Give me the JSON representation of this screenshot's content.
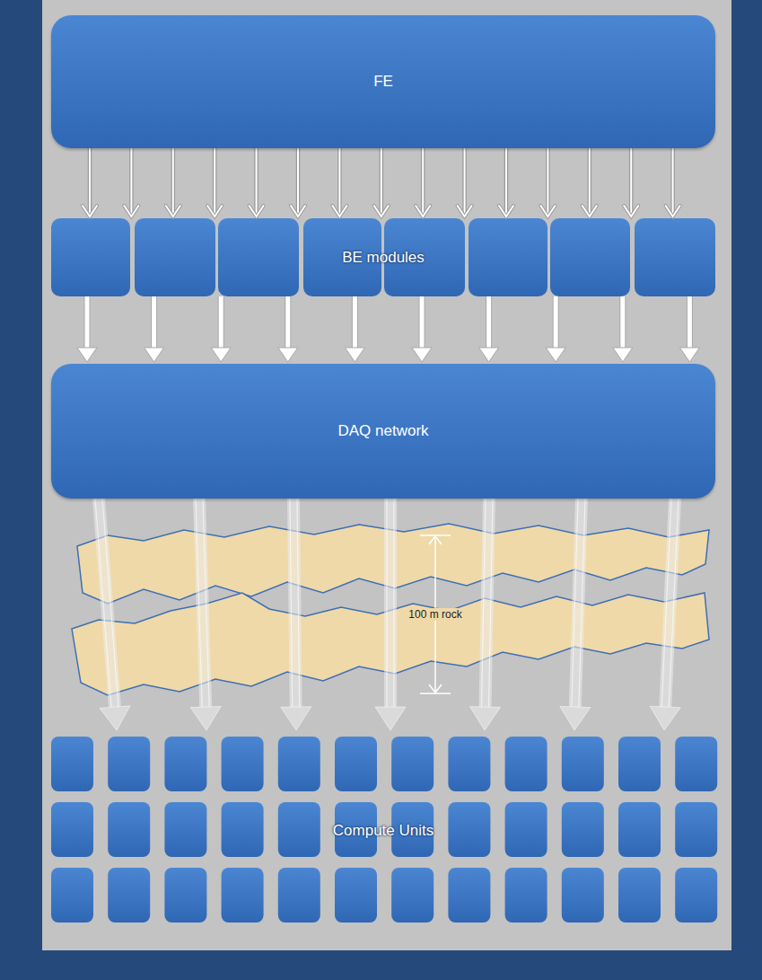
{
  "diagram": {
    "nodes": [
      {
        "text": [
          "FE"
        ]
      },
      {
        "text": [
          "BE modules"
        ]
      },
      {
        "text": [
          "DAQ network"
        ]
      },
      {
        "text": [
          "Compute Units"
        ]
      }
    ],
    "edges": [
      {
        "from": 0,
        "to": 1,
        "arrow": "to"
      },
      {
        "from": 0,
        "to": 1,
        "arrow": "to"
      },
      {
        "from": 0,
        "to": 1,
        "arrow": "to"
      },
      {
        "from": 0,
        "to": 1,
        "arrow": "to"
      },
      {
        "from": 0,
        "to": 1,
        "arrow": "to"
      },
      {
        "from": 0,
        "to": 1,
        "arrow": "to"
      },
      {
        "from": 0,
        "to": 1,
        "arrow": "to"
      },
      {
        "from": 0,
        "to": 1,
        "arrow": "to"
      },
      {
        "from": 0,
        "to": 1,
        "arrow": "to"
      },
      {
        "from": 0,
        "to": 1,
        "arrow": "to"
      },
      {
        "from": 0,
        "to": 1,
        "arrow": "to"
      },
      {
        "from": 0,
        "to": 1,
        "arrow": "to"
      },
      {
        "from": 0,
        "to": 1,
        "arrow": "to"
      },
      {
        "from": 0,
        "to": 1,
        "arrow": "to"
      },
      {
        "from": 0,
        "to": 1,
        "arrow": "to"
      },
      {
        "from": 1,
        "to": 2,
        "arrow": "to"
      },
      {
        "from": 1,
        "to": 2,
        "arrow": "to"
      },
      {
        "from": 1,
        "to": 2,
        "arrow": "to"
      },
      {
        "from": 1,
        "to": 2,
        "arrow": "to"
      },
      {
        "from": 1,
        "to": 2,
        "arrow": "to"
      },
      {
        "from": 1,
        "to": 2,
        "arrow": "to"
      },
      {
        "from": 1,
        "to": 2,
        "arrow": "to"
      },
      {
        "from": 1,
        "to": 2,
        "arrow": "to"
      },
      {
        "from": 1,
        "to": 2,
        "arrow": "to"
      },
      {
        "from": 1,
        "to": 2,
        "arrow": "to"
      },
      {
        "from": 2,
        "to": 3,
        "arrow": "to"
      },
      {
        "from": 2,
        "to": 3,
        "arrow": "to"
      },
      {
        "from": 2,
        "to": 3,
        "arrow": "to"
      },
      {
        "from": 2,
        "to": 3,
        "arrow": "to"
      },
      {
        "from": 2,
        "to": 3,
        "arrow": "to"
      },
      {
        "from": 2,
        "to": 3,
        "arrow": "to"
      },
      {
        "from": 2,
        "to": 3,
        "arrow": "to"
      }
    ],
    "labels": [
      "100 m rock"
    ]
  }
}
